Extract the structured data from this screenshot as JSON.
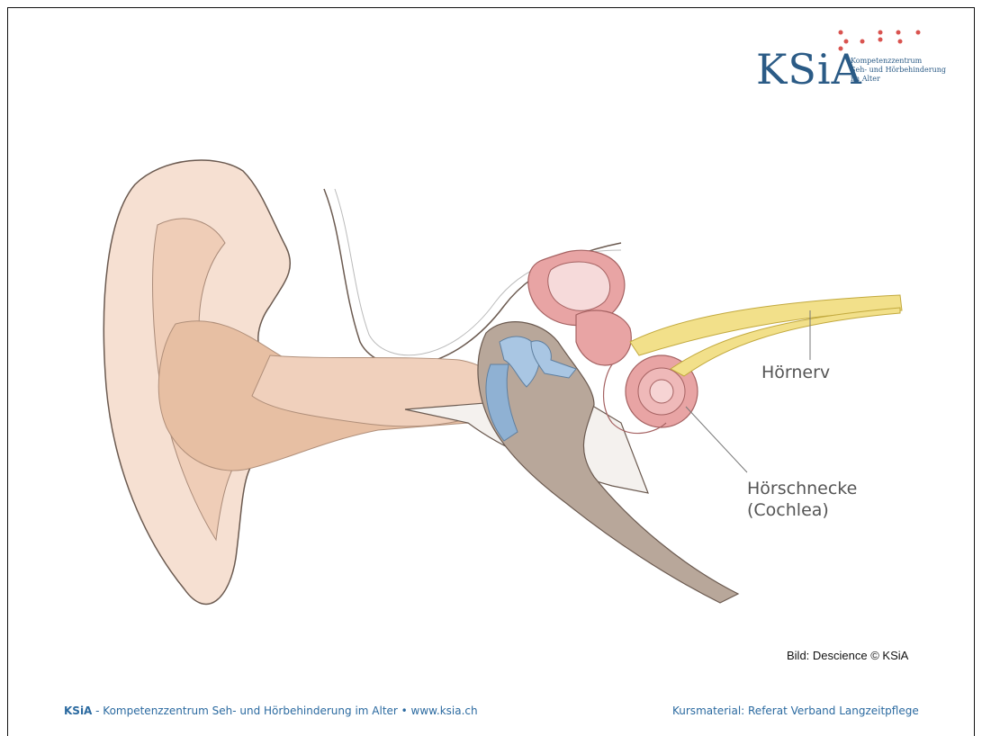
{
  "logo": {
    "mark": "KSiA",
    "line1": "Kompetenzzentrum",
    "line2": "Seh- und Hörbehinderung",
    "line3": "im Alter",
    "dot_color": "#d9534f",
    "text_color": "#2b5b86"
  },
  "labels": {
    "nerve": "Hörnerv",
    "cochlea_line1": "Hörschnecke",
    "cochlea_line2": "(Cochlea)"
  },
  "credit": "Bild: Descience © KSiA",
  "footer": {
    "brand": "KSiA",
    "left_text": " - Kompetenzzentrum Seh- und Hörbehinderung im Alter  • www.ksia.ch",
    "right_text": "Kursmaterial: Referat Verband Langzeitpflege"
  }
}
